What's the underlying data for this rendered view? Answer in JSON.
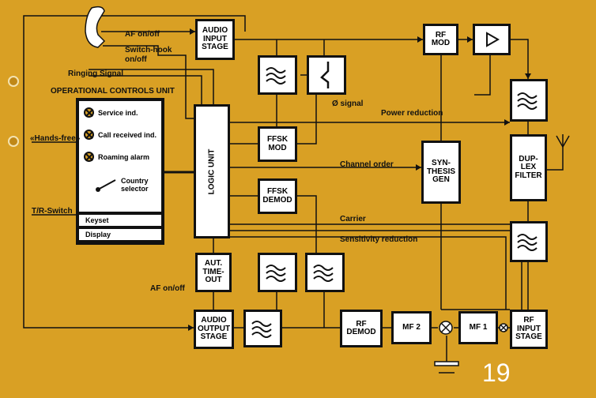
{
  "page_number": "19",
  "blocks": {
    "audio_input": "AUDIO\nINPUT\nSTAGE",
    "rf_mod": "RF\nMOD",
    "ffsk_mod": "FFSK\nMOD",
    "ffsk_demod": "FFSK\nDEMOD",
    "synth": "SYN-\nTHESIS\nGEN",
    "duplex": "DUP-\nLEX\nFILTER",
    "aut_timeout": "AUT.\nTIME-\nOUT",
    "audio_output": "AUDIO\nOUTPUT\nSTAGE",
    "rf_demod": "RF\nDEMOD",
    "mf2": "MF 2",
    "mf1": "MF 1",
    "rf_input": "RF\nINPUT\nSTAGE",
    "logic_unit": "LOGIC UNIT"
  },
  "labels": {
    "af_on_off_top": "AF on/off",
    "switch_hook": "Switch-hook\non/off",
    "ringing_signal": "Ringing Signal",
    "operational_controls": "OPERATIONAL CONTROLS UNIT",
    "hands_free": "«Hands-free»",
    "tr_switch": "T/R-Switch",
    "zero_signal": "Ø signal",
    "power_reduction": "Power reduction",
    "channel_order": "Channel order",
    "carrier": "Carrier",
    "sensitivity_reduction": "Sensitivity reduction",
    "af_on_off_bottom": "AF on/off"
  },
  "controls_unit": {
    "service_ind": "Service ind.",
    "call_received": "Call received ind.",
    "roaming_alarm": "Roaming alarm",
    "country_selector": "Country\nselector",
    "keyset": "Keyset",
    "display": "Display"
  }
}
